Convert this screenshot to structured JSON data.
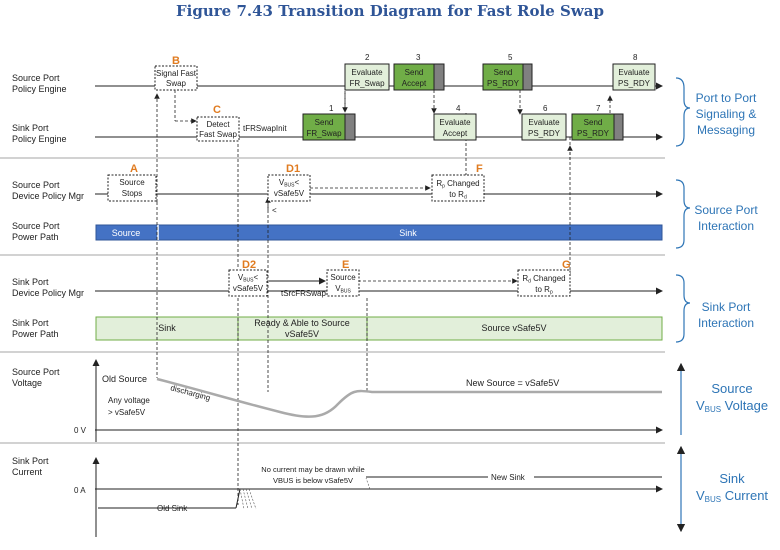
{
  "title": "Figure 7.43 Transition Diagram for Fast Role Swap",
  "lanes": {
    "src_pe_1": "Source Port",
    "src_pe_2": "Policy Engine",
    "snk_pe_1": "Sink Port",
    "snk_pe_2": "Policy Engine",
    "src_dpm_1": "Source Port",
    "src_dpm_2": "Device Policy Mgr",
    "src_pp_1": "Source Port",
    "src_pp_2": "Power Path",
    "snk_dpm_1": "Sink Port",
    "snk_dpm_2": "Device Policy Mgr",
    "snk_pp_1": "Sink Port",
    "snk_pp_2": "Power Path",
    "src_v_1": "Source Port",
    "src_v_2": "Voltage",
    "snk_i_1": "Sink Port",
    "snk_i_2": "Current"
  },
  "side_labels": {
    "signaling_1": "Port to Port",
    "signaling_2": "Signaling &",
    "signaling_3": "Messaging",
    "source_int_1": "Source Port",
    "source_int_2": "Interaction",
    "sink_int_1": "Sink Port",
    "sink_int_2": "Interaction",
    "source_v_1": "Source",
    "source_v_2": "V",
    "source_v_sub": "BUS",
    "source_v_3": " Voltage",
    "sink_i_1": "Sink",
    "sink_i_2": "V",
    "sink_i_sub": "BUS",
    "sink_i_3": " Current"
  },
  "markers": {
    "A": "A",
    "B": "B",
    "C": "C",
    "D1": "D1",
    "D2": "D2",
    "E": "E",
    "F": "F",
    "G": "G"
  },
  "steps": {
    "s1": "1",
    "s2": "2",
    "s3": "3",
    "s4": "4",
    "s5": "5",
    "s6": "6",
    "s7": "7",
    "s8": "8"
  },
  "boxes": {
    "signal_fast_1": "Signal Fast",
    "signal_fast_2": "Swap",
    "detect_1": "Detect",
    "detect_2": "Fast Swap",
    "eval_fr_1": "Evaluate",
    "eval_fr_2": "FR_Swap",
    "send_accept_1": "Send",
    "send_accept_2": "Accept",
    "send_frswap_1": "Send",
    "send_frswap_2": "FR_Swap",
    "eval_accept_1": "Evaluate",
    "eval_accept_2": "Accept",
    "send_psrdy_src_1": "Send",
    "send_psrdy_src_2": "PS_RDY",
    "eval_psrdy_snk_1": "Evaluate",
    "eval_psrdy_snk_2": "PS_RDY",
    "send_psrdy_snk_1": "Send",
    "send_psrdy_snk_2": "PS_RDY",
    "eval_psrdy_src_1": "Evaluate",
    "eval_psrdy_src_2": "PS_RDY",
    "source_stops_1": "Source",
    "source_stops_2": "Stops",
    "d1_1": "V",
    "d1_1sub": "BUS",
    "d1_1b": "<",
    "d1_2": "vSafe5V",
    "rp_1": "R",
    "rp_1sub": "p",
    "rp_1b": " Changed",
    "rp_2": "to R",
    "rp_2sub": "d",
    "d2_1": "V",
    "d2_1sub": "BUS",
    "d2_1b": "<",
    "d2_2": "vSafe5V",
    "e_1": "Source",
    "e_2": "V",
    "e_2sub": "BUS",
    "rd_1": "R",
    "rd_1sub": "d",
    "rd_1b": " Changed",
    "rd_2": "to R",
    "rd_2sub": "p"
  },
  "timers": {
    "tfrswapinit": "tFRSwapInit",
    "tsrcfrswap": "tSrcFRSwap",
    "lt": "<"
  },
  "power": {
    "src_source": "Source",
    "src_sink": "Sink",
    "snk_sink": "Sink",
    "snk_ready_1": "Ready & Able to Source",
    "snk_ready_2": "vSafe5V",
    "snk_source": "Source vSafe5V"
  },
  "voltage": {
    "old_source": "Old Source",
    "discharging": "discharging",
    "any_voltage_1": "Any voltage",
    "any_voltage_2": "> vSafe5V",
    "new_source": "New Source = vSafe5V",
    "zero_v": "0 V"
  },
  "current": {
    "zero_a": "0 A",
    "old_sink": "Old Sink",
    "new_sink": "New Sink",
    "note_1": "No current may be drawn while",
    "note_2": "VBUS is below vSafe5V"
  },
  "colors": {
    "title": "#2f5597",
    "accent": "#2e75b6",
    "green_box": "#70ad47",
    "light_green": "#e2efda",
    "source_bar": "#4472c4",
    "orange": "#e07b20"
  }
}
